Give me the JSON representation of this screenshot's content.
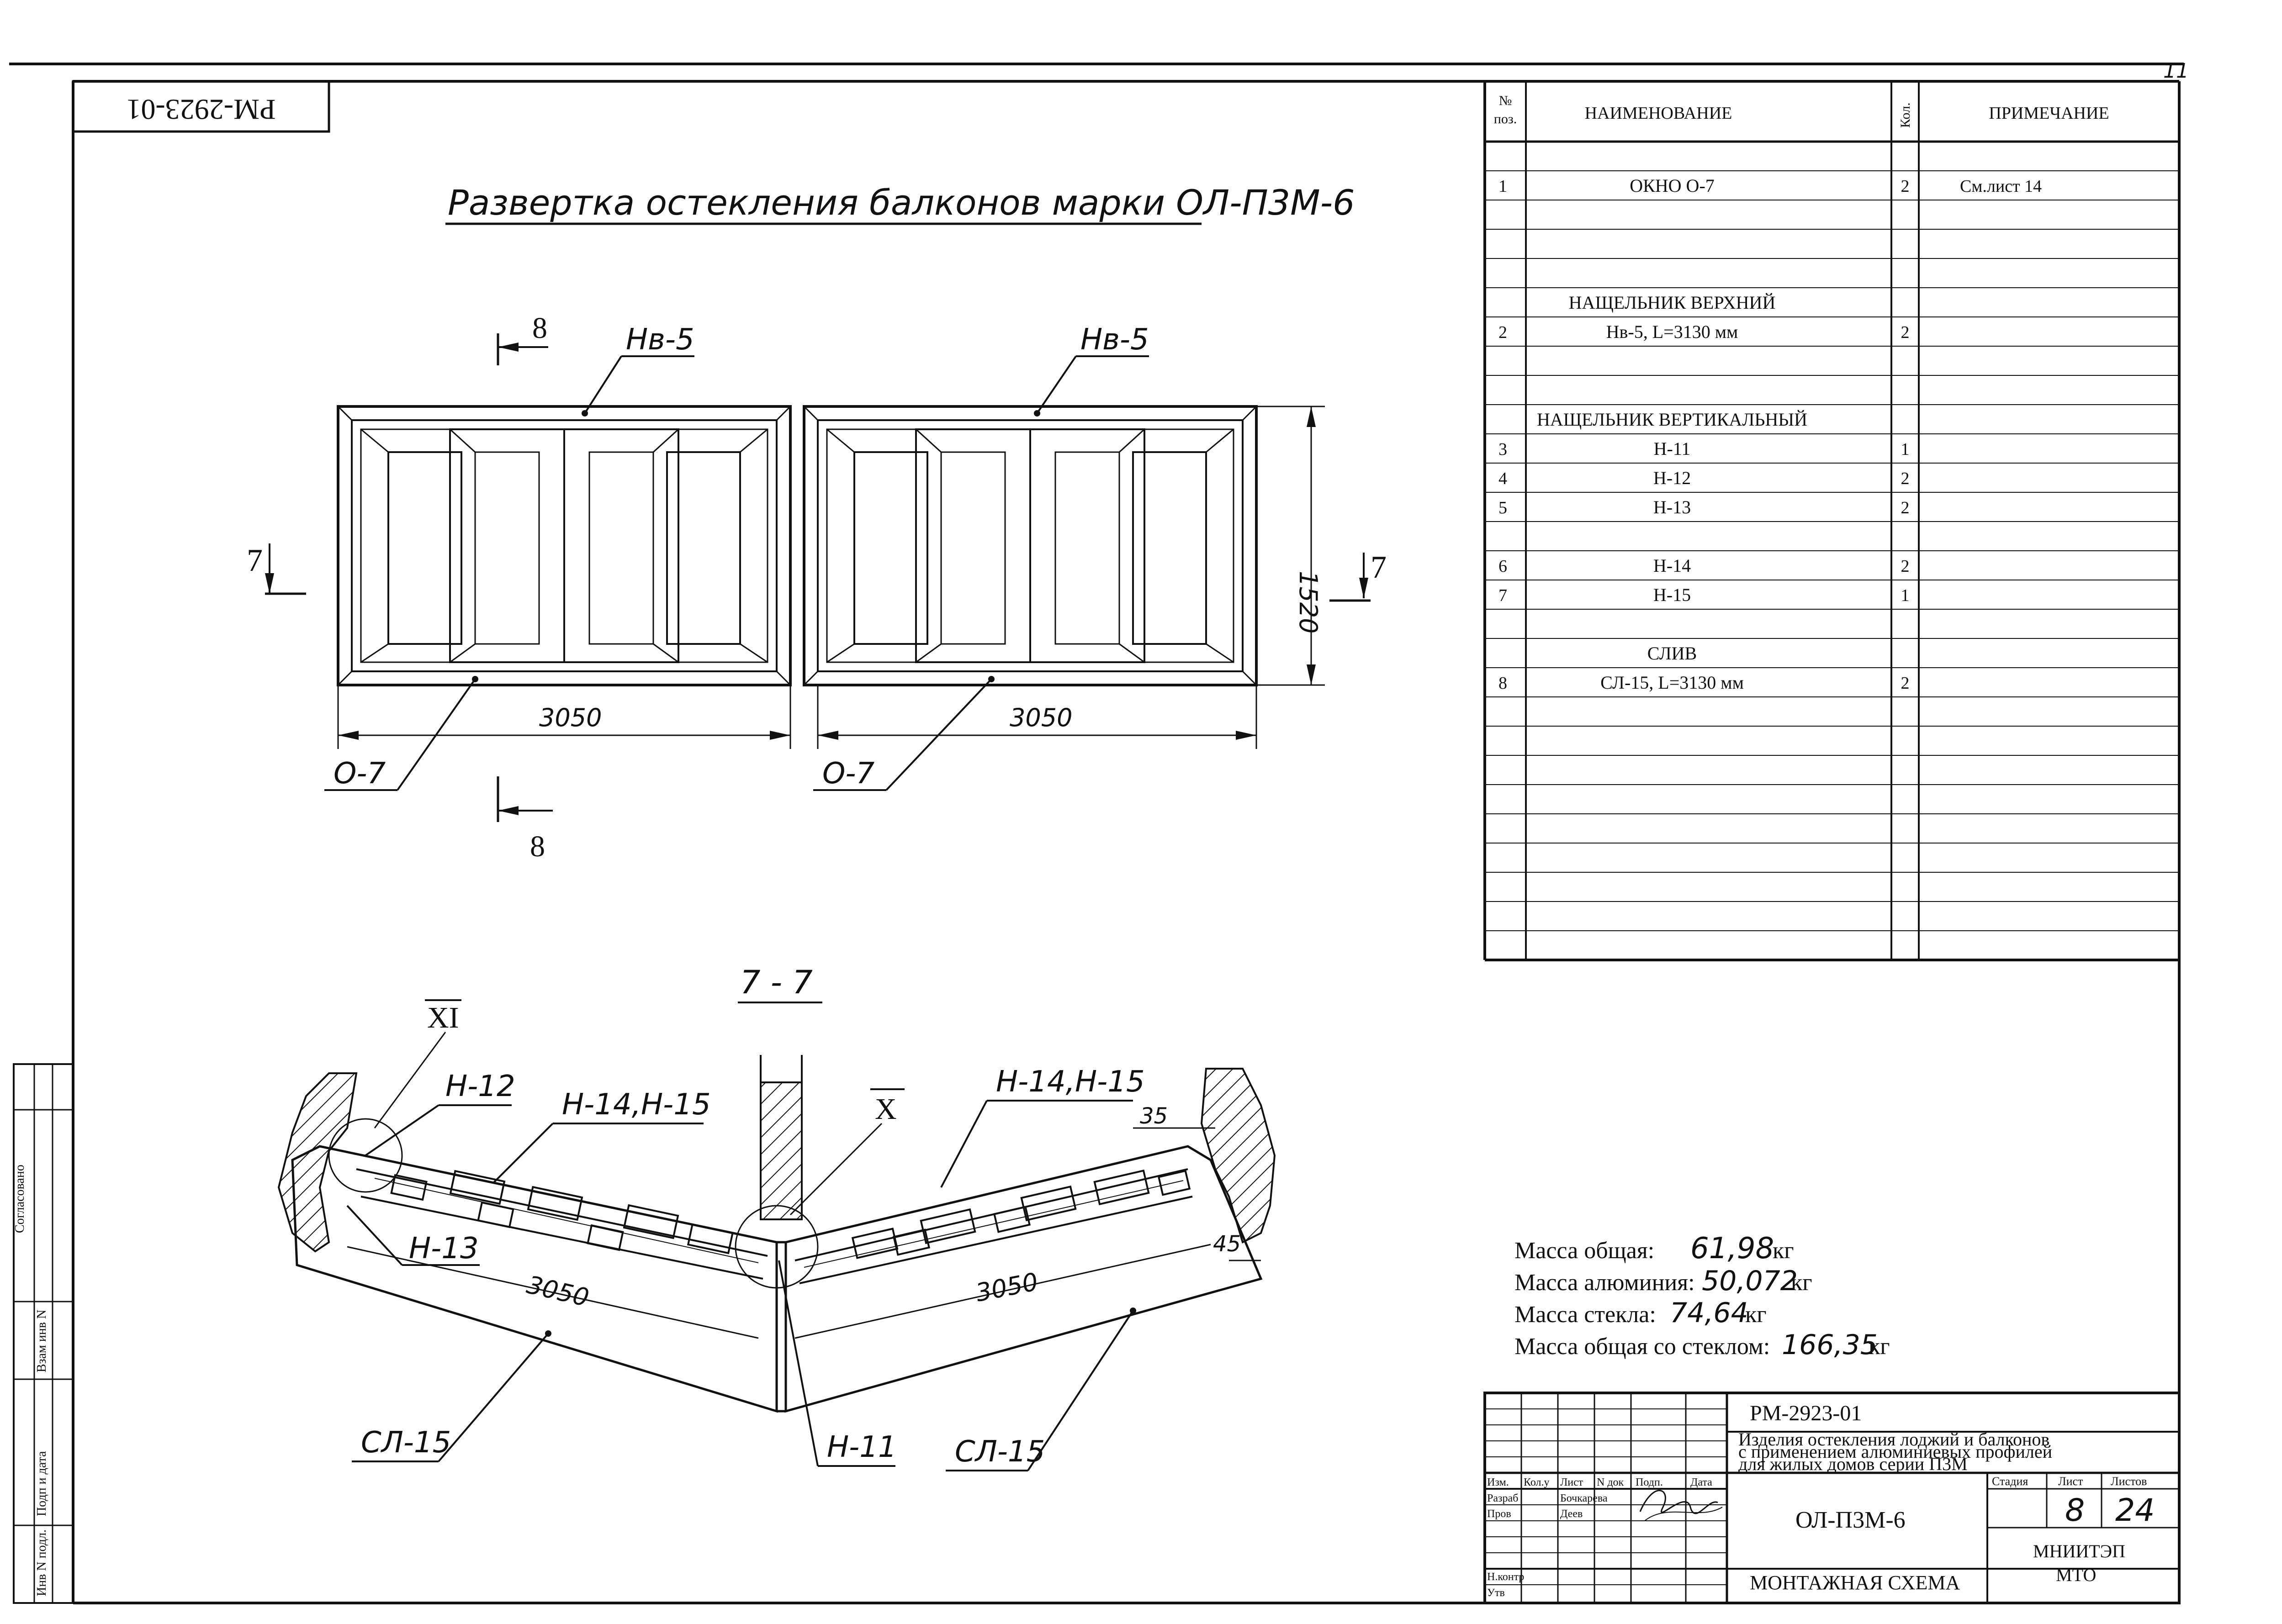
{
  "stamp_top": "РМ-2923-01",
  "sheet_number_corner": "11",
  "title": "Развертка остекления балконов марки ОЛ-П3М-6",
  "elevation": {
    "label_nv_left": "Нв-5",
    "label_nv_right": "Нв-5",
    "label_o7_left": "О-7",
    "label_o7_right": "О-7",
    "dim_width_left": "3050",
    "dim_width_right": "3050",
    "dim_height": "1520",
    "section_8_top": "8",
    "section_8_bottom": "8",
    "section_7_left": "7",
    "section_7_right": "7"
  },
  "section": {
    "title": "7 - 7",
    "callout_xi": "XI",
    "callout_x": "X",
    "label_n12": "Н-12",
    "label_n14_n15_left": "Н-14,Н-15",
    "label_n14_n15_right": "Н-14,Н-15",
    "label_n13": "Н-13",
    "label_n11": "Н-11",
    "label_sl15_left": "СЛ-15",
    "label_sl15_right": "СЛ-15",
    "dim_left": "3050",
    "dim_right": "3050",
    "dim_35": "35",
    "dim_45": "45"
  },
  "spec_table": {
    "headers": {
      "pos": "№ поз.",
      "name": "НАИМЕНОВАНИЕ",
      "qty": "Кол.",
      "note": "ПРИМЕЧАНИЕ"
    },
    "rows": [
      {
        "pos": "",
        "name": "",
        "qty": "",
        "note": ""
      },
      {
        "pos": "1",
        "name": "ОКНО О-7",
        "qty": "2",
        "note": "См.лист 14"
      },
      {
        "pos": "",
        "name": "",
        "qty": "",
        "note": ""
      },
      {
        "pos": "",
        "name": "",
        "qty": "",
        "note": ""
      },
      {
        "pos": "",
        "name": "",
        "qty": "",
        "note": ""
      },
      {
        "pos": "",
        "name": "НАЩЕЛЬНИК ВЕРХНИЙ",
        "qty": "",
        "note": ""
      },
      {
        "pos": "2",
        "name": "Нв-5, L=3130 мм",
        "qty": "2",
        "note": ""
      },
      {
        "pos": "",
        "name": "",
        "qty": "",
        "note": ""
      },
      {
        "pos": "",
        "name": "",
        "qty": "",
        "note": ""
      },
      {
        "pos": "",
        "name": "НАЩЕЛЬНИК ВЕРТИКАЛЬНЫЙ",
        "qty": "",
        "note": ""
      },
      {
        "pos": "3",
        "name": "Н-11",
        "qty": "1",
        "note": ""
      },
      {
        "pos": "4",
        "name": "Н-12",
        "qty": "2",
        "note": ""
      },
      {
        "pos": "5",
        "name": "Н-13",
        "qty": "2",
        "note": ""
      },
      {
        "pos": "",
        "name": "",
        "qty": "",
        "note": ""
      },
      {
        "pos": "6",
        "name": "Н-14",
        "qty": "2",
        "note": ""
      },
      {
        "pos": "7",
        "name": "Н-15",
        "qty": "1",
        "note": ""
      },
      {
        "pos": "",
        "name": "",
        "qty": "",
        "note": ""
      },
      {
        "pos": "",
        "name": "СЛИВ",
        "qty": "",
        "note": ""
      },
      {
        "pos": "8",
        "name": "СЛ-15, L=3130 мм",
        "qty": "2",
        "note": ""
      },
      {
        "pos": "",
        "name": "",
        "qty": "",
        "note": ""
      },
      {
        "pos": "",
        "name": "",
        "qty": "",
        "note": ""
      },
      {
        "pos": "",
        "name": "",
        "qty": "",
        "note": ""
      },
      {
        "pos": "",
        "name": "",
        "qty": "",
        "note": ""
      },
      {
        "pos": "",
        "name": "",
        "qty": "",
        "note": ""
      },
      {
        "pos": "",
        "name": "",
        "qty": "",
        "note": ""
      },
      {
        "pos": "",
        "name": "",
        "qty": "",
        "note": ""
      },
      {
        "pos": "",
        "name": "",
        "qty": "",
        "note": ""
      },
      {
        "pos": "",
        "name": "",
        "qty": "",
        "note": ""
      }
    ]
  },
  "mass": {
    "total_label": "Масса общая:",
    "total_value": "61,98",
    "total_unit": "кг",
    "aluminium_label": "Масса алюминия:",
    "aluminium_value": "50,072",
    "aluminium_unit": "кг",
    "glass_label": "Масса стекла:",
    "glass_value": "74,64",
    "glass_unit": "кг",
    "with_glass_label": "Масса общая со стеклом:",
    "with_glass_value": "166,35",
    "with_glass_unit": "кг"
  },
  "title_block": {
    "doc_code": "РМ-2923-01",
    "project_line1": "Изделия остекления лоджий и балконов",
    "project_line2": "с применением алюминиевых профилей",
    "project_line3": "для жилых домов серии П3М",
    "col_izm": "Изм.",
    "col_kolu": "Кол.у",
    "col_list": "Лист",
    "col_ndok": "N док",
    "col_podp": "Подп.",
    "col_data": "Дата",
    "role_razrab": "Разраб",
    "name_razrab": "Бочкарева",
    "role_prov": "Пров",
    "name_prov": "Деев",
    "role_nkontr": "Н.контр",
    "role_utv": "Утв",
    "mark": "ОЛ-П3М-6",
    "stage_label": "Стадия",
    "sheet_label": "Лист",
    "sheets_label": "Листов",
    "sheet": "8",
    "sheets": "24",
    "drawing_name": "МОНТАЖНАЯ СХЕМА",
    "org_line1": "МНИИТЭП",
    "org_line2": "МТО"
  },
  "side_stamp": {
    "inv_orig": "Инв N подл.",
    "sign_date": "Подп и дата",
    "replace_inv": "Взам инв N",
    "agreed": "Согласовано"
  }
}
